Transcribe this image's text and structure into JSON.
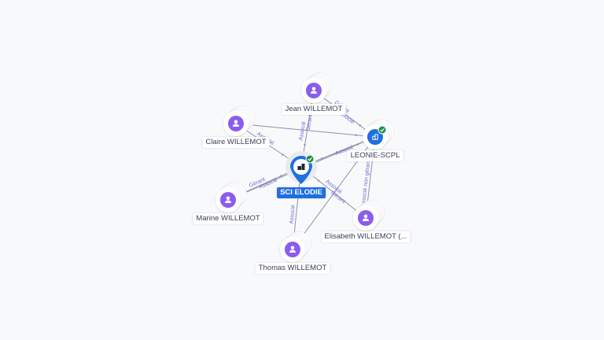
{
  "colors": {
    "person": "#8a5cf0",
    "company": "#1e6fe0",
    "check": "#1e8f4a",
    "edge": "#8d91a8",
    "edge_label": "#6a6fd6"
  },
  "nodes": [
    {
      "id": "sci",
      "label": "SCI ELODIE",
      "kind": "company-main",
      "icon": "building-icon",
      "verified": true
    },
    {
      "id": "leonie",
      "label": "LEONIE-SCPL",
      "kind": "company",
      "icon": "building-icon",
      "verified": true
    },
    {
      "id": "jean",
      "label": "Jean WILLEMOT",
      "kind": "person",
      "icon": "person-icon"
    },
    {
      "id": "claire",
      "label": "Claire WILLEMOT",
      "kind": "person",
      "icon": "person-icon"
    },
    {
      "id": "marine",
      "label": "Marine WILLEMOT",
      "kind": "person",
      "icon": "person-icon"
    },
    {
      "id": "thomas",
      "label": "Thomas WILLEMOT",
      "kind": "person",
      "icon": "person-icon"
    },
    {
      "id": "elisabeth",
      "label": "Elisabeth WILLEMOT (...",
      "kind": "person",
      "icon": "person-icon"
    }
  ],
  "edges": [
    {
      "from": "jean",
      "to": "sci",
      "labels": [
        "Gérant",
        "Associé"
      ]
    },
    {
      "from": "jean",
      "to": "leonie",
      "labels": [
        "Gérant",
        "Associé"
      ]
    },
    {
      "from": "claire",
      "to": "sci",
      "labels": [
        "Associé"
      ]
    },
    {
      "from": "claire",
      "to": "leonie",
      "labels": []
    },
    {
      "from": "marine",
      "to": "sci",
      "labels": [
        "Gérant",
        "Associé"
      ]
    },
    {
      "from": "marine",
      "to": "leonie",
      "labels": []
    },
    {
      "from": "thomas",
      "to": "sci",
      "labels": [
        "Associé"
      ]
    },
    {
      "from": "thomas",
      "to": "leonie",
      "labels": []
    },
    {
      "from": "elisabeth",
      "to": "sci",
      "labels": [
        "Gérant",
        "Associé"
      ]
    },
    {
      "from": "elisabeth",
      "to": "leonie",
      "labels": [
        "Associé non gérant"
      ]
    },
    {
      "from": "leonie",
      "to": "sci",
      "labels": [
        "Associé"
      ]
    }
  ]
}
